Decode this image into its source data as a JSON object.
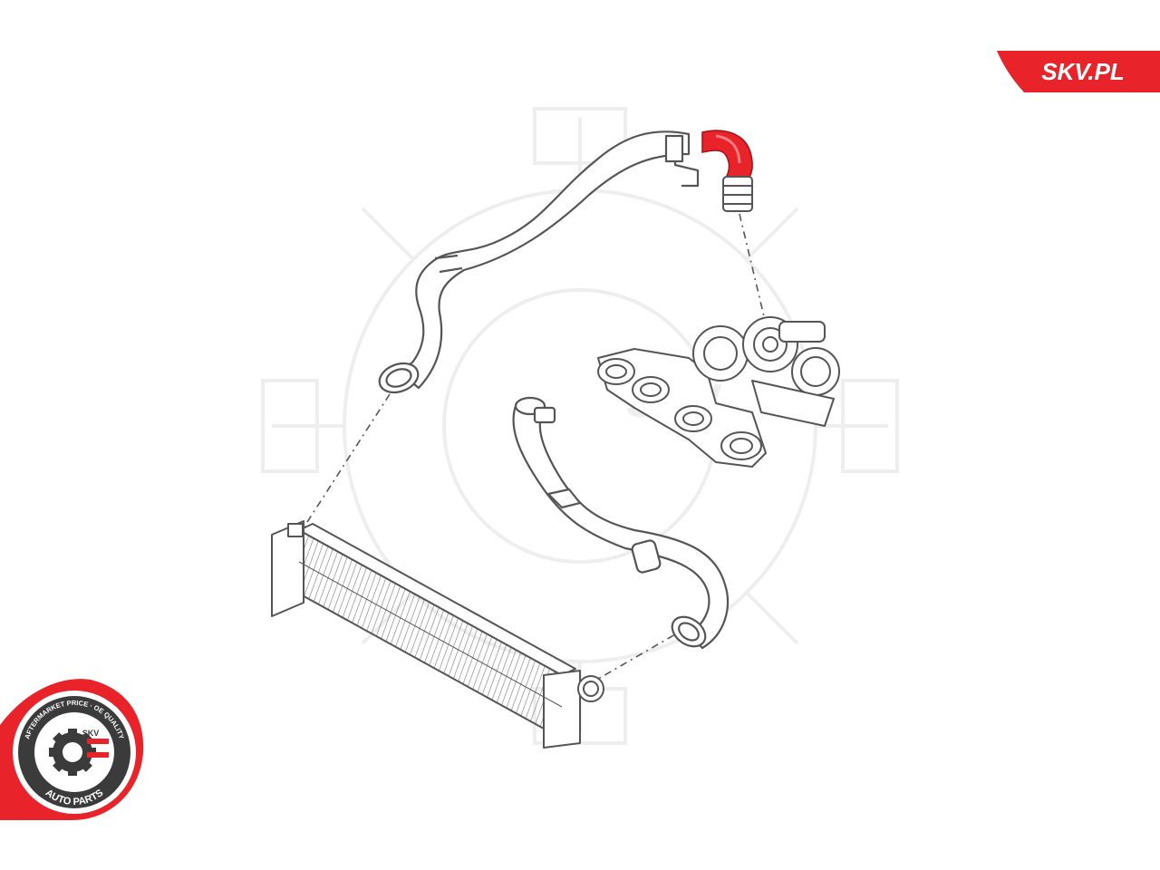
{
  "brand": {
    "label": "SKV.PL",
    "color": "#e8232a"
  },
  "badge": {
    "top_text": "AFTERMARKET PRICE · OE QUALITY",
    "bottom_text": "AUTO PARTS",
    "center_text": "SKV",
    "ring_color": "#e8232a",
    "dark_color": "#3b3b3b"
  },
  "watermark": {
    "text": "SKV"
  },
  "diagram": {
    "highlight_color": "#e8232a",
    "line_color": "#555555",
    "parts": [
      "turbocharger-icon",
      "intercooler-icon",
      "intake-hose-icon",
      "outlet-hose-icon"
    ]
  }
}
